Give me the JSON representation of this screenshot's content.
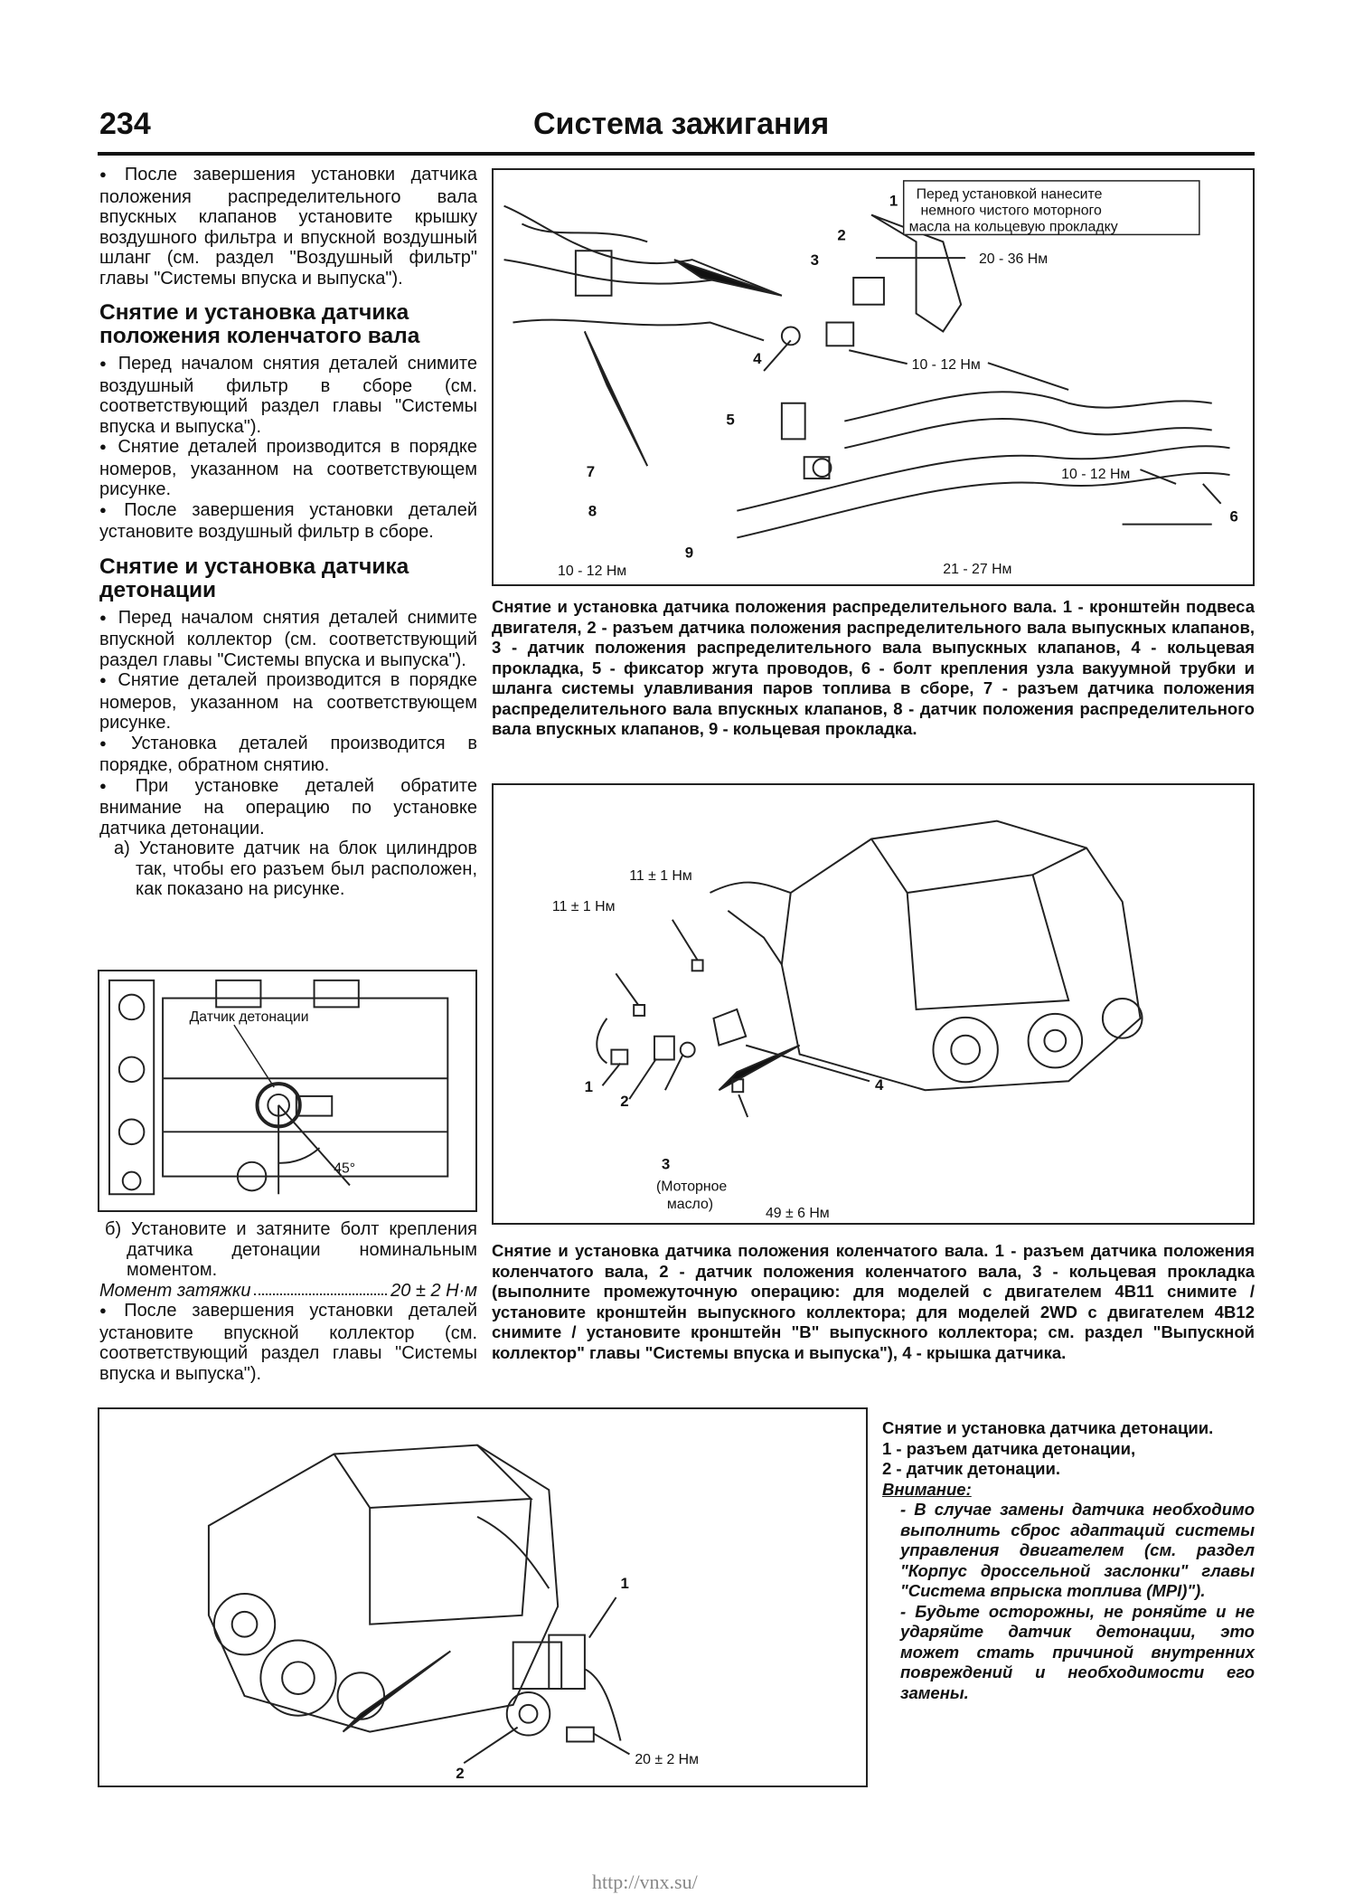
{
  "header": {
    "page_number": "234",
    "section_title": "Система зажигания"
  },
  "left_column": {
    "p1": "После завершения установки датчика положения распределительного вала впускных клапанов установите крышку воздушного фильтра и впускной воздушный шланг (см. раздел \"Воздушный фильтр\" главы \"Системы впуска и выпуска\").",
    "h_crank": "Снятие и установка датчика положения коленчатого вала",
    "crank_items": [
      "Перед началом снятия деталей снимите воздушный фильтр в сборе (см. соответствующий раздел главы \"Системы впуска и выпуска\").",
      "Снятие деталей производится в порядке номеров, указанном на соответствующем рисунке.",
      "После завершения установки деталей установите воздушный фильтр в сборе."
    ],
    "h_knock": "Снятие и установка датчика детонации",
    "knock_items": [
      "Перед началом снятия деталей снимите впускной коллектор (см. соответствующий раздел главы \"Системы впуска и выпуска\").",
      "Снятие деталей производится в порядке номеров, указанном на соответствующем рисунке.",
      "Установка деталей производится в порядке, обратном снятию.",
      "При установке деталей обратите внимание на операцию по установке датчика детонации."
    ],
    "step_a": "а) Установите датчик на блок цилиндров так, чтобы его разъем был расположен, как показано на рисунке.",
    "step_b": "б) Установите и затяните болт крепления датчика детонации номинальным моментом.",
    "torque_label": "Момент затяжки",
    "torque_value": "20 ± 2 Н·м",
    "final_item": "После завершения установки деталей установите впускной коллектор (см. соответствующий раздел главы \"Системы впуска и выпуска\")."
  },
  "fig_small": {
    "label_sensor": "Датчик детонации",
    "label_angle": "45°"
  },
  "fig_cam": {
    "note": "Перед установкой нанесите немного чистого моторного масла на кольцевую прокладку",
    "torque_1": "20 - 36 Нм",
    "torque_2": "10 - 12 Нм",
    "torque_3": "10 - 12 Нм",
    "torque_4": "10 - 12 Нм",
    "torque_5": "21 - 27 Нм",
    "caption": "Снятие и установка датчика положения распределительного вала. 1 - кронштейн подвеса двигателя, 2 - разъем датчика положения распределительного вала выпускных клапанов, 3 - датчик положения распределительного вала выпускных клапанов, 4 - кольцевая прокладка, 5 - фиксатор жгута проводов, 6 - болт крепления узла вакуумной трубки и шланга системы улавливания паров топлива в сборе, 7 - разъем датчика положения распределительного вала впускных клапанов, 8 - датчик положения распределительного вала впускных клапанов, 9 - кольцевая прокладка."
  },
  "fig_crank": {
    "torque_1": "11 ± 1 Нм",
    "torque_2": "11 ± 1 Нм",
    "torque_3": "49 ± 6 Нм",
    "oil_label": "(Моторное масло)",
    "caption": "Снятие и установка датчика положения коленчатого вала. 1 - разъем датчика положения коленчатого вала, 2 - датчик положения коленчатого вала, 3 - кольцевая прокладка (выполните промежуточную операцию: для моделей с двигателем 4B11 снимите / установите кронштейн выпускного коллектора; для моделей 2WD с двигателем 4B12 снимите / установите кронштейн \"B\" выпускного коллектора; см. раздел \"Выпускной коллектор\" главы \"Системы впуска и выпуска\"), 4 - крышка датчика."
  },
  "fig_knock": {
    "torque": "20 ± 2 Нм"
  },
  "side_caption": {
    "title": "Снятие и установка датчика детонации.",
    "item1": "1 - разъем датчика детонации,",
    "item2": "2 - датчик детонации.",
    "warn_head": "Внимание:",
    "warn1": "- В случае замены датчика необходимо выполнить сброс адаптаций системы управления двигателем (см. раздел \"Корпус дроссельной заслонки\" главы \"Система впрыска топлива (MPI)\").",
    "warn2": "- Будьте осторожны, не роняйте и не ударяйте датчик детонации, это может стать причиной внутренних повреждений и необходимости его замены."
  },
  "footer": {
    "url": "http://vnx.su/"
  }
}
